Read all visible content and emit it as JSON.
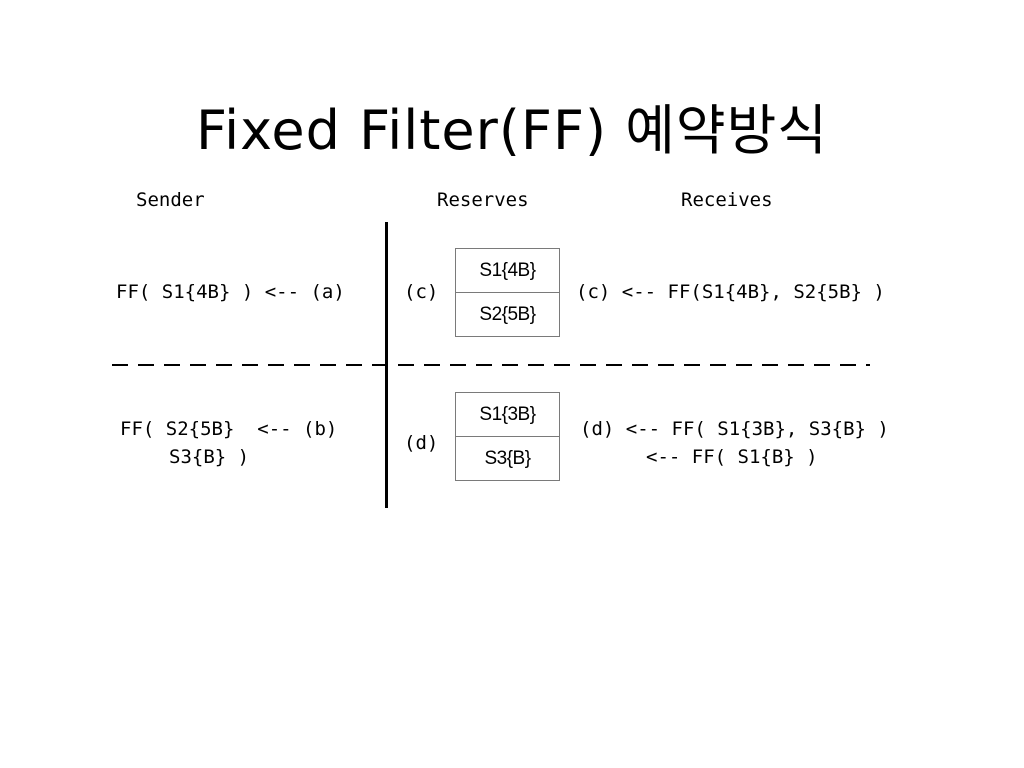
{
  "title": "Fixed Filter(FF) 예약방식",
  "headers": {
    "sender": "Sender",
    "reserves": "Reserves",
    "receives": "Receives"
  },
  "row1": {
    "sender": "FF( S1{4B} ) <-- (a)",
    "label": "(c)",
    "cells": [
      "S1{4B}",
      "S2{5B}"
    ],
    "receiver": "(c) <-- FF(S1{4B}, S2{5B} )"
  },
  "row2": {
    "sender_line1": "FF( S2{5B}  <-- (b)",
    "sender_line2": "S3{B} )",
    "label": "(d)",
    "cells": [
      "S1{3B}",
      "S3{B}"
    ],
    "receiver_line1": "(d) <-- FF( S1{3B}, S3{B} )",
    "receiver_line2": "<-- FF( S1{B} )"
  }
}
